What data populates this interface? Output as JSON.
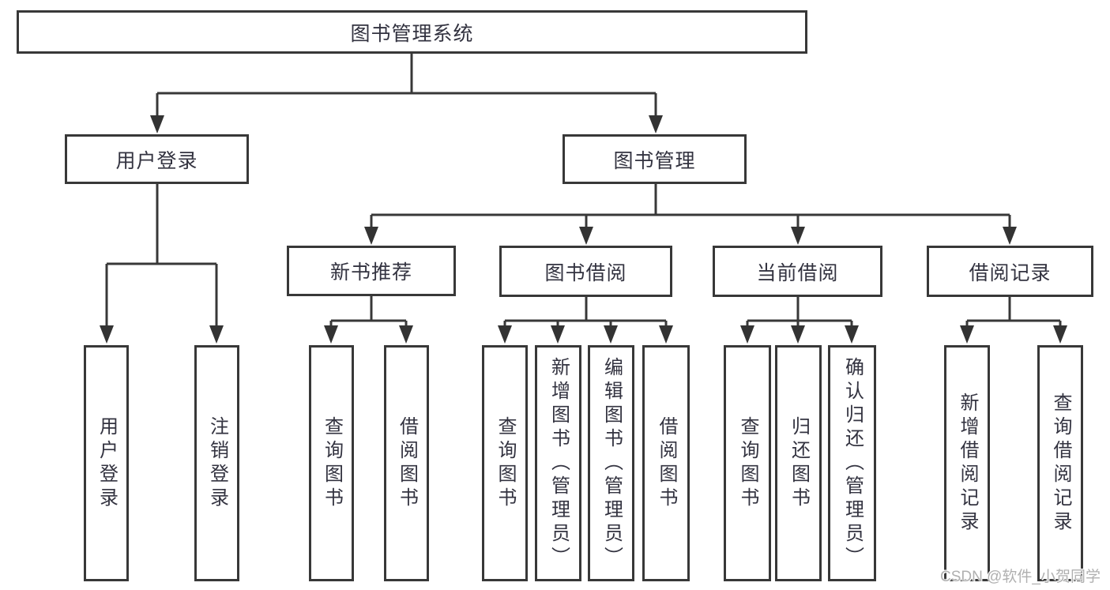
{
  "diagram": {
    "title": "图书管理系统",
    "tree": {
      "label": "图书管理系统",
      "children": [
        {
          "label": "用户登录",
          "children": [
            {
              "label": "用户登录"
            },
            {
              "label": "注销登录"
            }
          ]
        },
        {
          "label": "图书管理",
          "children": [
            {
              "label": "新书推荐",
              "children": [
                {
                  "label": "查询图书"
                },
                {
                  "label": "借阅图书"
                }
              ]
            },
            {
              "label": "图书借阅",
              "children": [
                {
                  "label": "查询图书"
                },
                {
                  "label": "新增图书（管理员）"
                },
                {
                  "label": "编辑图书（管理员）"
                },
                {
                  "label": "借阅图书"
                }
              ]
            },
            {
              "label": "当前借阅",
              "children": [
                {
                  "label": "查询图书"
                },
                {
                  "label": "归还图书"
                },
                {
                  "label": "确认归还（管理员）"
                }
              ]
            },
            {
              "label": "借阅记录",
              "children": [
                {
                  "label": "新增借阅记录"
                },
                {
                  "label": "查询借阅记录"
                }
              ]
            }
          ]
        }
      ]
    },
    "colors": {
      "line": "#383838",
      "text": "#333340",
      "box_background": "#ffffff",
      "watermark": "#b0b0b0"
    }
  },
  "watermark": "CSDN @软件_小贺同学"
}
